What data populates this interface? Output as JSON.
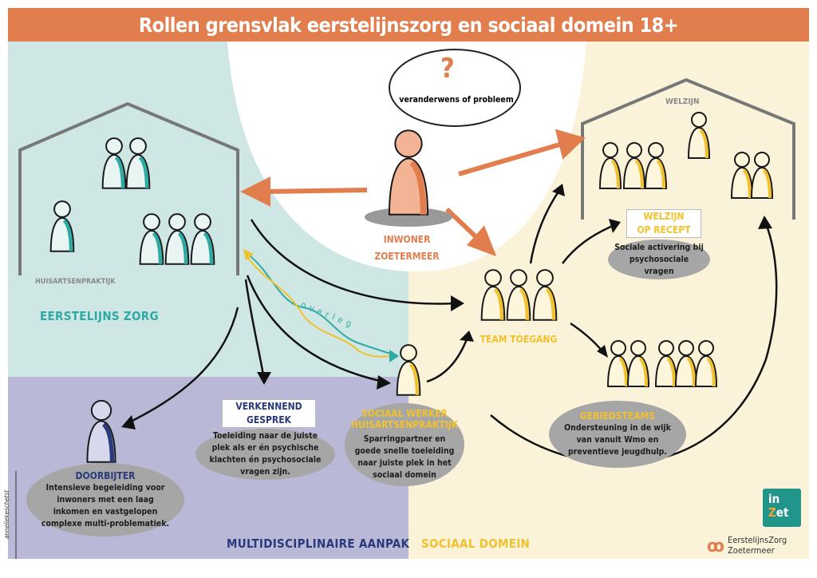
{
  "title": "Rollen grensvlak eerstelijnszorg en sociaal domein 18+",
  "speech_bubble": {
    "symbol": "?",
    "text": "veranderwens of probleem"
  },
  "inwoner": {
    "line1": "INWONER",
    "line2": "ZOETERMEER"
  },
  "huisarts": {
    "label": "HUISARTSENPRAKTIJK"
  },
  "welzijn": {
    "label": "WELZIJN"
  },
  "regions": {
    "eerstelijns": "EERSTELIJNS ZORG",
    "multidisciplinair": "MULTIDISCIPLINAIRE AANPAK",
    "sociaal": "SOCIAAL DOMEIN"
  },
  "overleg": "overleg",
  "welzijn_op_recept": {
    "line1": "WELZIJN",
    "line2": "OP RECEPT",
    "text": "Sociale activering bij psychosociale vragen"
  },
  "team_toegang": "TEAM TOEGANG",
  "gebiedsteams": {
    "title": "GEBIEDSTEAMS",
    "text": "Ondersteuning in de wijk van vanuit Wmo en preventieve jeugdhulp."
  },
  "sociaal_werker": {
    "line1": "SOCIAAL WERKER",
    "line2": "HUISARTSENPRAKTIJK",
    "text": "Sparringpartner en goede snelle toeleiding naar juiste plek in het sociaal domein"
  },
  "verkennend": {
    "line1": "VERKENNEND",
    "line2": "GESPREK",
    "text": "Toeleiding naar de juiste plek als er én psychische klachten én psychosociale vragen zijn."
  },
  "doorbijter": {
    "title": "DOORBIJTER",
    "text": "Intensieve begeleiding voor inwoners met een laag inkomen en vastgelopen complexe multi-problematiek."
  },
  "signature": "anneliekeschetst",
  "logos": {
    "inzet_line1": "in",
    "inzet_line2": "Zet",
    "ez_line1": "EerstelijnsZorg",
    "ez_line2": "Zoetermeer"
  },
  "colors": {
    "orange": "#e27d4e",
    "teal": "#2fa9a4",
    "yellow": "#f2c12e",
    "navy": "#2b3a7a",
    "teal_bg": "#cfe7e4",
    "lavender_bg": "#b9b9d7",
    "cream_bg": "#fbf3d9"
  }
}
